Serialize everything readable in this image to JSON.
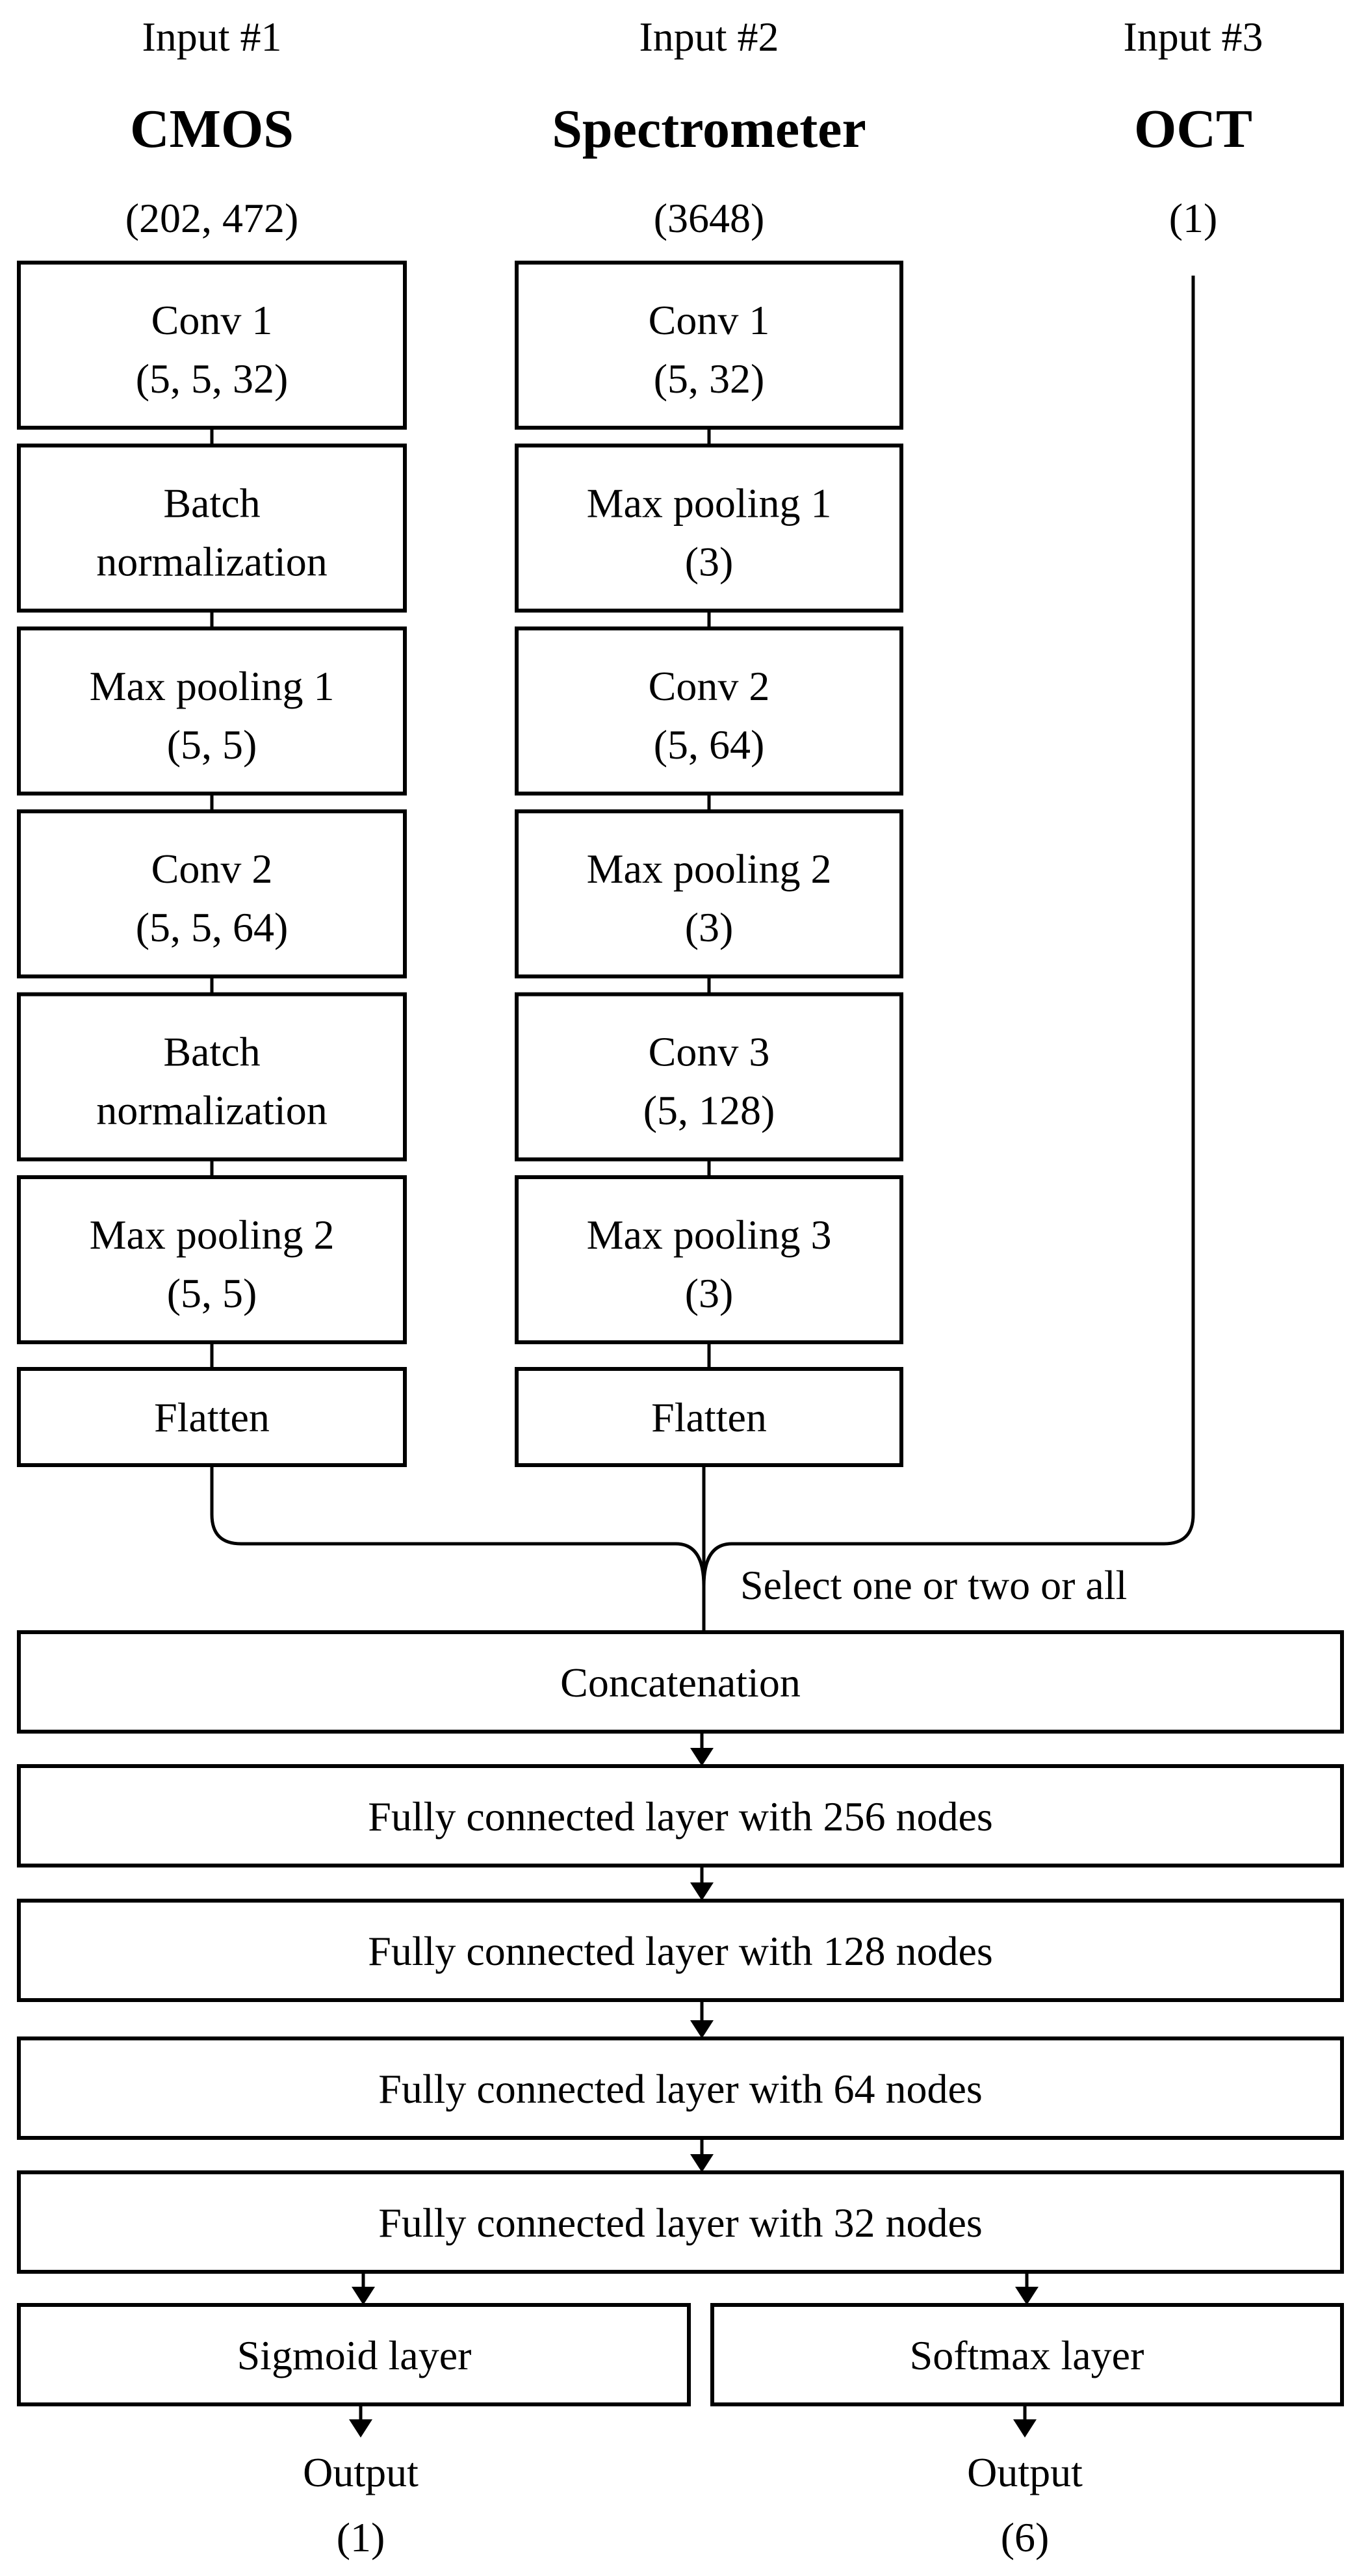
{
  "inputs": [
    {
      "label": "Input #1",
      "name": "CMOS",
      "shape": "(202, 472)"
    },
    {
      "label": "Input #2",
      "name": "Spectrometer",
      "shape": "(3648)"
    },
    {
      "label": "Input #3",
      "name": "OCT",
      "shape": "(1)"
    }
  ],
  "cmos_layers": [
    [
      "Conv 1",
      "(5, 5, 32)"
    ],
    [
      "Batch",
      "normalization"
    ],
    [
      "Max pooling 1",
      "(5, 5)"
    ],
    [
      "Conv 2",
      "(5, 5, 64)"
    ],
    [
      "Batch",
      "normalization"
    ],
    [
      "Max pooling 2",
      "(5, 5)"
    ],
    [
      "Flatten"
    ]
  ],
  "spec_layers": [
    [
      "Conv 1",
      "(5, 32)"
    ],
    [
      "Max pooling 1",
      "(3)"
    ],
    [
      "Conv 2",
      "(5, 64)"
    ],
    [
      "Max pooling 2",
      "(3)"
    ],
    [
      "Conv 3",
      "(5, 128)"
    ],
    [
      "Max pooling 3",
      "(3)"
    ],
    [
      "Flatten"
    ]
  ],
  "merge_note": "Select one or two or all",
  "shared_layers": [
    "Concatenation",
    "Fully connected layer with 256 nodes",
    "Fully connected layer with 128 nodes",
    "Fully connected layer with 64 nodes",
    "Fully connected layer with 32 nodes"
  ],
  "heads": [
    {
      "layer": "Sigmoid layer",
      "output": "Output",
      "size": "(1)"
    },
    {
      "layer": "Softmax layer",
      "output": "Output",
      "size": "(6)"
    }
  ]
}
